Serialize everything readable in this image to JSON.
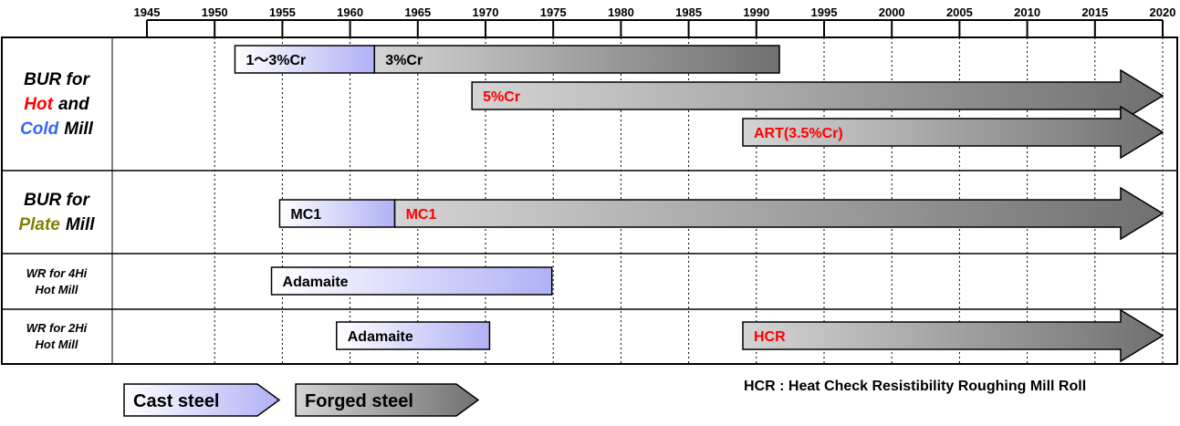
{
  "axis": {
    "years": [
      "1945",
      "1950",
      "1955",
      "1960",
      "1965",
      "1970",
      "1975",
      "1980",
      "1985",
      "1990",
      "1995",
      "2000",
      "2005",
      "2010",
      "2015",
      "2020"
    ],
    "start": 1945,
    "end": 2020
  },
  "rows": [
    {
      "id": "bur-hot-cold",
      "lines": [
        [
          "BUR for"
        ],
        [
          "Hot",
          "and"
        ],
        [
          "Cold",
          "Mill"
        ]
      ]
    },
    {
      "id": "bur-plate",
      "lines": [
        [
          "BUR for"
        ],
        [
          "Plate",
          "Mill"
        ]
      ]
    },
    {
      "id": "wr-4hi",
      "lines": [
        [
          "WR for 4Hi"
        ],
        [
          "Hot Mill"
        ]
      ]
    },
    {
      "id": "wr-2hi",
      "lines": [
        [
          "WR for 2Hi"
        ],
        [
          "Hot Mill"
        ]
      ]
    }
  ],
  "colors": {
    "hot": "#ff0000",
    "cold": "#3366ff",
    "plate": "#808000",
    "red_text": "#ff0000",
    "cast_light": "#ffffff",
    "cast_dark": "#b0b0f6",
    "forged_light": "#d4d4d4",
    "forged_dark": "#707070"
  },
  "bars": [
    {
      "row": 0,
      "lane": 0,
      "label": "1～3%Cr",
      "start": 1951.5,
      "end": 1961.8,
      "material": "cast",
      "arrow": false,
      "label_color": "#000000"
    },
    {
      "row": 0,
      "lane": 0,
      "label": "3%Cr",
      "start": 1961.8,
      "end": 1991.7,
      "material": "forged",
      "arrow": false,
      "label_color": "#000000"
    },
    {
      "row": 0,
      "lane": 1,
      "label": "5%Cr",
      "start": 1969.0,
      "end": 2020.0,
      "material": "forged",
      "arrow": true,
      "label_color": "#ff0000"
    },
    {
      "row": 0,
      "lane": 2,
      "label": "ART(3.5%Cr)",
      "start": 1989.0,
      "end": 2020.0,
      "material": "forged",
      "arrow": true,
      "label_color": "#ff0000"
    },
    {
      "row": 1,
      "lane": 0,
      "label": "MC1",
      "start": 1954.8,
      "end": 1963.3,
      "material": "cast",
      "arrow": false,
      "label_color": "#000000"
    },
    {
      "row": 1,
      "lane": 0,
      "label": "MC1",
      "start": 1963.3,
      "end": 2020.0,
      "material": "forged",
      "arrow": true,
      "label_color": "#ff0000"
    },
    {
      "row": 2,
      "lane": 0,
      "label": "Adamaite",
      "start": 1954.2,
      "end": 1974.9,
      "material": "cast",
      "arrow": false,
      "label_color": "#000000"
    },
    {
      "row": 3,
      "lane": 0,
      "label": "Adamaite",
      "start": 1959.0,
      "end": 1970.3,
      "material": "cast",
      "arrow": false,
      "label_color": "#000000"
    },
    {
      "row": 3,
      "lane": 0,
      "label": "HCR",
      "start": 1989.0,
      "end": 2020.0,
      "material": "forged",
      "arrow": true,
      "label_color": "#ff0000"
    }
  ],
  "legend": {
    "cast": "Cast steel",
    "forged": "Forged steel"
  },
  "footnote": "HCR : Heat Check Resistibility Roughing Mill Roll"
}
